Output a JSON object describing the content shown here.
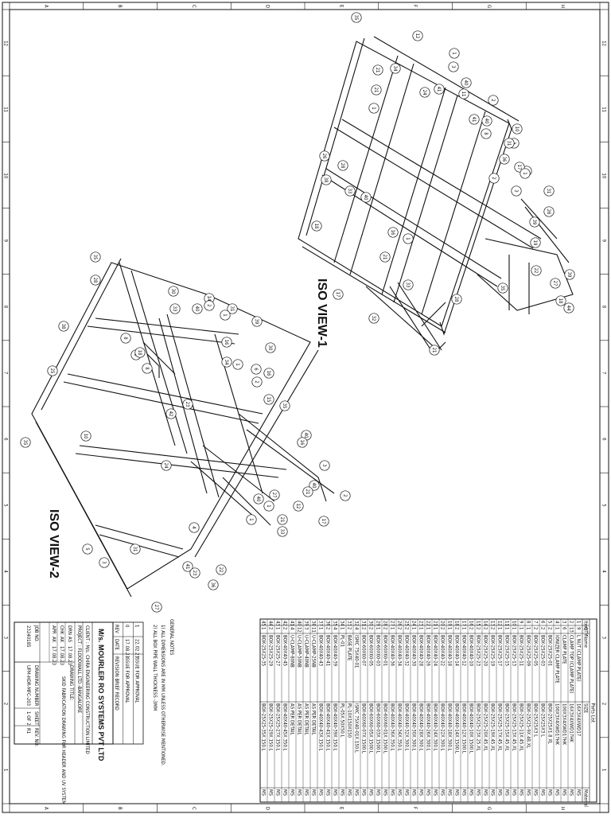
{
  "views": {
    "iso_view_1": "ISO VIEW-1",
    "iso_view_2": "ISO VIEW-2"
  },
  "general_notes": {
    "heading": "GENERAL NOTES",
    "items": [
      "1) ALL DIMENSIONS ARE IN MM UNLESS OTHERWISE MENTIONED.",
      "2) ALL BOX PIPE WALL THICKNESS -3MM"
    ]
  },
  "revisions": {
    "header": [
      "REV",
      "DATE",
      "REVISION BRIEF RECORD"
    ],
    "rows": [
      [
        "1",
        "22.02.23",
        "ISSUE FOR APPROVAL"
      ],
      [
        "0",
        "17.08.23",
        "ISSUE FOR APPROVAL"
      ]
    ]
  },
  "title_block": {
    "company": "M/s. MOURLER RO SYSTEMS PVT LTD",
    "client": "CLIENT : M/s. CHIRA ENGINEERING CONSTRUCTION LIMITED",
    "project": "PROJECT : FLOODWALL LTD.-BANGALORE",
    "sign_rows": [
      [
        "DRN",
        "AS",
        "17.08.23"
      ],
      [
        "CHK",
        "AK",
        "17.08.23"
      ],
      [
        "APR",
        "AK",
        "17.08.23"
      ]
    ],
    "drawing_title_label": "DRAWING TITLE:",
    "drawing_title": "SKID FABRICATION DRAWING FOR HEADER AND UV SYSTEM",
    "job_no_label": "JOB NO.",
    "job_no": "23240185",
    "drawing_number_label": "DRAWING NUMBER",
    "drawing_number": "UFM-HDR-MFC-203",
    "sheet_label": "SHEET",
    "sheet": "1 OF 2",
    "rev_label": "REV. NO.",
    "rev": "R1"
  },
  "parts_list": {
    "title": "Parts List",
    "header": [
      "Item",
      "QTY",
      "Name",
      "SIZE",
      "Material"
    ],
    "rows": [
      [
        "1",
        "9",
        "L NUT (CLAMP PLATE)",
        "16X3X4XWD17",
        "MS"
      ],
      [
        "2",
        "13",
        "CLAMP TOP (CLAMP PLATE)",
        "16X3X4XWD17HK",
        "MS"
      ],
      [
        "3",
        "6",
        "CLAMP PLATE",
        "100X3X4XWD17HK",
        "MS"
      ],
      [
        "4",
        "1",
        "IONIZER CLAMP PLATE",
        "100X3X4XWD17HK",
        "MS"
      ],
      [
        "5",
        "2",
        "BOX-25X25-01",
        "BOX-25X25X1.8 XL",
        "MS"
      ],
      [
        "6",
        "2",
        "BOX-25X25-03",
        "BOX-25X25X3 L",
        "MS"
      ],
      [
        "7",
        "2",
        "BOX-25X25-05",
        "BOX-25X25X3 L",
        "MS"
      ],
      [
        "8",
        "1",
        "BOX-25X25-09",
        "BOX-25X25-9X.48.XL",
        "MS"
      ],
      [
        "9",
        "1",
        "BOX-25X25-11",
        "BOX-25X25-11X.45.XL",
        "MS"
      ],
      [
        "10",
        "1",
        "BOX-25X25-13",
        "BOX-25X25-13X.45.XL",
        "MS"
      ],
      [
        "11",
        "1",
        "BOX-25X25-15",
        "BOX-25X25-15X.45.XL",
        "MS"
      ],
      [
        "12",
        "1",
        "BOX-25X25-17",
        "BOX-25X25-17X.45.XL",
        "MS"
      ],
      [
        "13",
        "2",
        "BOX-25X25-19",
        "BOX-25X25-19X.45.XL",
        "MS"
      ],
      [
        "14",
        "2",
        "BOX-25X25-20",
        "BOX-25X25-20X.45.XL",
        "MS"
      ],
      [
        "15",
        "2",
        "BOX-25X25-23",
        "BOX-25X25-23X.25.XL",
        "MS"
      ],
      [
        "16",
        "2",
        "BOX-40X40-10",
        "BOX-40X40-10X.1500.L",
        "MS"
      ],
      [
        "17",
        "1",
        "BOX-40X40-12",
        "BOX-40X40-12X.1500.L",
        "MS"
      ],
      [
        "18",
        "2",
        "BOX-40X40-14",
        "BOX-40X40-14X.1500.L",
        "MS"
      ],
      [
        "19",
        "1",
        "BOX-40X40-18",
        "BOX-40X40-18X.300.L",
        "MS"
      ],
      [
        "20",
        "2",
        "BOX-40X40-22",
        "BOX-40X40-22X.300.L",
        "MS"
      ],
      [
        "21",
        "1",
        "BOX-40X40-24",
        "BOX-40X40-24X.300.L",
        "MS"
      ],
      [
        "22",
        "1",
        "BOX-40X40-26",
        "BOX-40X40-26X.300.L",
        "MS"
      ],
      [
        "23",
        "1",
        "BOX-40X40-28",
        "BOX-40X40-28X.300.L",
        "MS"
      ],
      [
        "24",
        "1",
        "BOX-40X40-30",
        "BOX-40X40-30X.300.L",
        "MS"
      ],
      [
        "25",
        "2",
        "BOX-40X40-32",
        "BOX-40X40-32X.300.L",
        "MS"
      ],
      [
        "26",
        "2",
        "BOX-40X40-34",
        "BOX-40X40-34X.350.L",
        "MS"
      ],
      [
        "27",
        "1",
        "BOX-40X40-36",
        "BOX-40X40-36X.350.L",
        "MS"
      ],
      [
        "28",
        "2",
        "BOX-60X60-01",
        "BOX-60X60-01X.1500.L",
        "MS"
      ],
      [
        "29",
        "1",
        "BOX-60X60-03",
        "BOX-60X60-03X.1500.L",
        "MS"
      ],
      [
        "30",
        "2",
        "BOX-60X60-05",
        "BOX-60X60-05X.1500.L",
        "MS"
      ],
      [
        "31",
        "2",
        "BOX-60X60-07",
        "BOX-60X60-07X.1500.L",
        "MS"
      ],
      [
        "32",
        "4",
        "ISMC 75X40-01",
        "ISMC 75X40-01X.150.L",
        "MS"
      ],
      [
        "33",
        "2",
        "BASE PLATE",
        "PL-10X150X150",
        "MS"
      ],
      [
        "34",
        "1",
        "PL-01",
        "PL-05X.50X50.L",
        "MS"
      ],
      [
        "35",
        "4",
        "BOX-40X40-39",
        "BOX-40X40-39X.150.L",
        "MS"
      ],
      [
        "36",
        "2",
        "BOX-40X40-41",
        "BOX-40X40-41X.150.L",
        "MS"
      ],
      [
        "37",
        "1",
        "BOX-40X40-43",
        "BOX-40X40-43X.150.L",
        "MS"
      ],
      [
        "38",
        "11",
        "U-CLAMP-25NB",
        "AS PER DETAIL",
        "MS"
      ],
      [
        "39",
        "3",
        "U-CLAMP-40NB",
        "AS PER DETAIL",
        "MS"
      ],
      [
        "40",
        "12",
        "U-CLAMP-50NB",
        "AS PER DETAIL",
        "MS"
      ],
      [
        "41",
        "4",
        "U-CLAMP-80NB",
        "AS PER DETAIL",
        "MS"
      ],
      [
        "42",
        "2",
        "BOX-40X40-45",
        "BOX-40X40-45X.350.L",
        "MS"
      ],
      [
        "43",
        "1",
        "BOX-25X25-27",
        "BOX-25X25-27X.150.L",
        "MS"
      ],
      [
        "44",
        "2",
        "BOX-25X25-29",
        "BOX-25X25-29X.150.L",
        "MS"
      ],
      [
        "45",
        "1",
        "BOX-25X25-35",
        "BOX-25X25-35X.150.L",
        "MS"
      ]
    ]
  },
  "frame_zones": {
    "numbers": [
      "1",
      "2",
      "3",
      "4",
      "5",
      "6",
      "7",
      "8",
      "9",
      "10",
      "11",
      "12"
    ],
    "letters": [
      "A",
      "B",
      "C",
      "D",
      "E",
      "F",
      "G",
      "H"
    ]
  },
  "balloons_view_1": [
    "35",
    "12",
    "1",
    "21",
    "34",
    "3",
    "41",
    "24",
    "40",
    "11",
    "2",
    "41",
    "40",
    "8",
    "10",
    "3",
    "36",
    "21",
    "1",
    "2",
    "31",
    "40",
    "3",
    "31",
    "26",
    "28",
    "38",
    "33",
    "18",
    "16",
    "1",
    "21",
    "40",
    "17",
    "1",
    "26",
    "39",
    "19",
    "22",
    "39",
    "27",
    "18",
    "44",
    "35",
    "28",
    "33",
    "32",
    "17",
    "21"
  ],
  "balloons_view_2": [
    "35",
    "28",
    "30",
    "33",
    "8",
    "38",
    "14",
    "40",
    "2",
    "31",
    "1",
    "39",
    "16",
    "30",
    "3",
    "18",
    "8",
    "34",
    "2",
    "1",
    "6",
    "16",
    "15",
    "35",
    "10",
    "25",
    "42",
    "24",
    "35",
    "23",
    "40",
    "16",
    "40",
    "3",
    "2",
    "21",
    "27",
    "12",
    "21",
    "1",
    "40",
    "17",
    "1",
    "33",
    "4",
    "5",
    "41",
    "3",
    "27",
    "23",
    "36",
    "31",
    "22"
  ]
}
